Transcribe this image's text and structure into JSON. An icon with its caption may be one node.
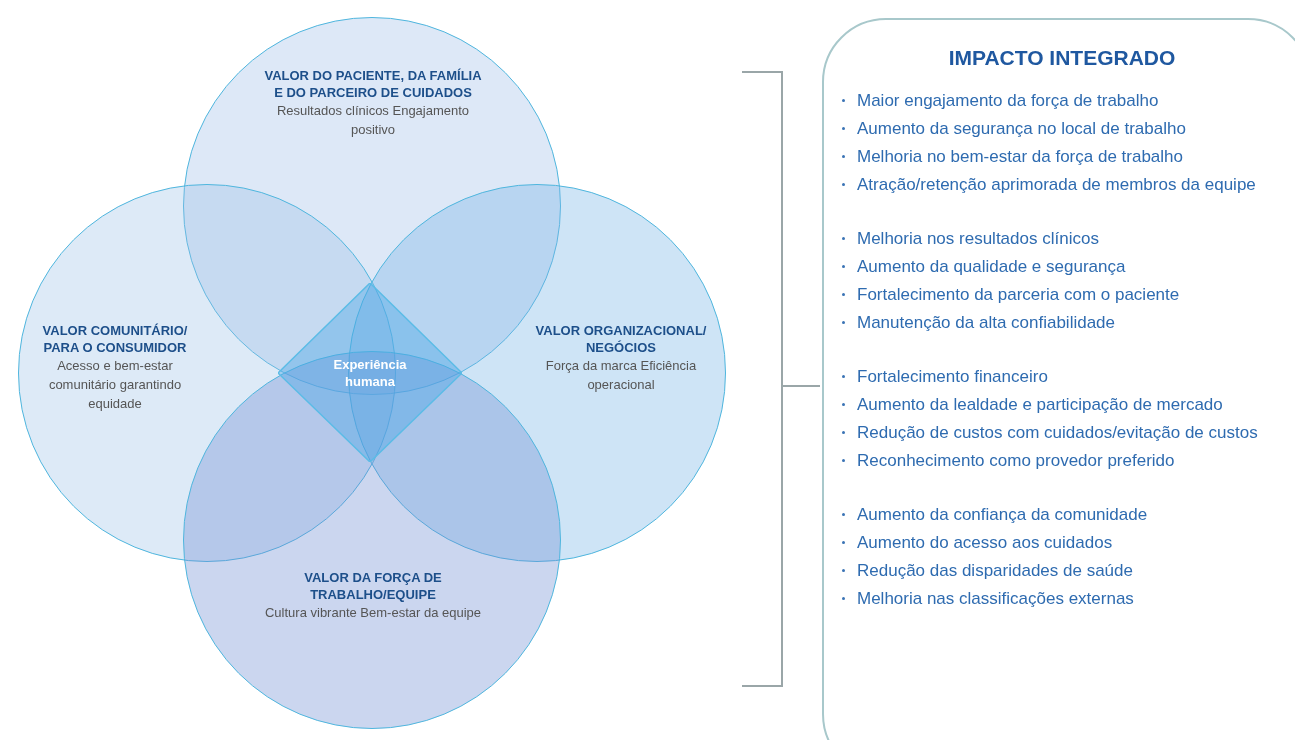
{
  "diagram": {
    "nodes": [
      {
        "text": [
          "VALOR DO PACIENTE, DA FAMÍLIA E DO PARCEIRO DE CUIDADOS",
          "Resultados clínicos Engajamento positivo"
        ]
      },
      {
        "text": [
          "VALOR COMUNITÁRIO/ PARA O CONSUMIDOR",
          "Acesso e bem-estar comunitário garantindo equidade"
        ]
      },
      {
        "text": [
          "VALOR ORGANIZACIONAL/ NEGÓCIOS",
          "Força da marca Eficiência operacional"
        ]
      },
      {
        "text": [
          "VALOR DA FORÇA DE TRABALHO/EQUIPE",
          "Cultura vibrante Bem-estar da equipe"
        ]
      },
      {
        "text": [
          "Experiência humana"
        ]
      },
      {
        "text": [
          "IMPACTO INTEGRADO",
          "Maior engajamento da força de trabalho",
          "Aumento da segurança no local de trabalho",
          "Melhoria no bem-estar da força de trabalho",
          "Atração/retenção aprimorada de membros da equipe",
          "Melhoria nos resultados clínicos",
          "Aumento da qualidade e segurança",
          "Fortalecimento da parceria com o paciente",
          "Manutenção da alta confiabilidade",
          "Fortalecimento financeiro",
          "Aumento da lealdade e participação de mercado",
          "Redução de custos com cuidados/evitação de custos",
          "Reconhecimento como provedor preferido",
          "Aumento da confiança da comunidade",
          "Aumento do acesso aos cuidados",
          "Redução das disparidades de saúde",
          "Melhoria nas classificações externas"
        ]
      }
    ],
    "edges": []
  }
}
